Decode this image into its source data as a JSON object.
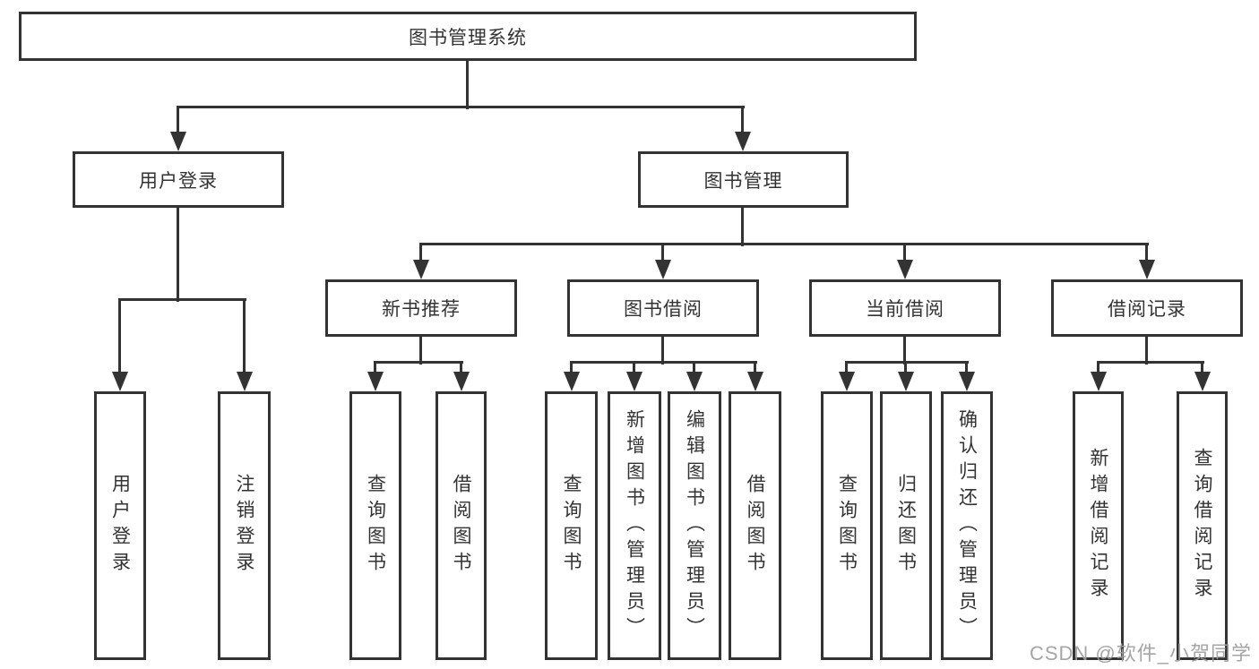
{
  "colors": {
    "line": "#333333",
    "text": "#333333",
    "watermark": "#9e9e9e",
    "background": "#ffffff"
  },
  "watermark": {
    "text": "CSDN @软件_小贺同学"
  },
  "tree": {
    "root": {
      "label": "图书管理系统",
      "children": [
        {
          "label": "用户登录",
          "children": [
            {
              "label": "用户登录"
            },
            {
              "label": "注销登录"
            }
          ]
        },
        {
          "label": "图书管理",
          "children": [
            {
              "label": "新书推荐",
              "children": [
                {
                  "label": "查询图书"
                },
                {
                  "label": "借阅图书"
                }
              ]
            },
            {
              "label": "图书借阅",
              "children": [
                {
                  "label": "查询图书"
                },
                {
                  "label": "新增图书（管理员）"
                },
                {
                  "label": "编辑图书（管理员）"
                },
                {
                  "label": "借阅图书"
                }
              ]
            },
            {
              "label": "当前借阅",
              "children": [
                {
                  "label": "查询图书"
                },
                {
                  "label": "归还图书"
                },
                {
                  "label": "确认归还（管理员）"
                }
              ]
            },
            {
              "label": "借阅记录",
              "children": [
                {
                  "label": "新增借阅记录"
                },
                {
                  "label": "查询借阅记录"
                }
              ]
            }
          ]
        }
      ]
    }
  }
}
